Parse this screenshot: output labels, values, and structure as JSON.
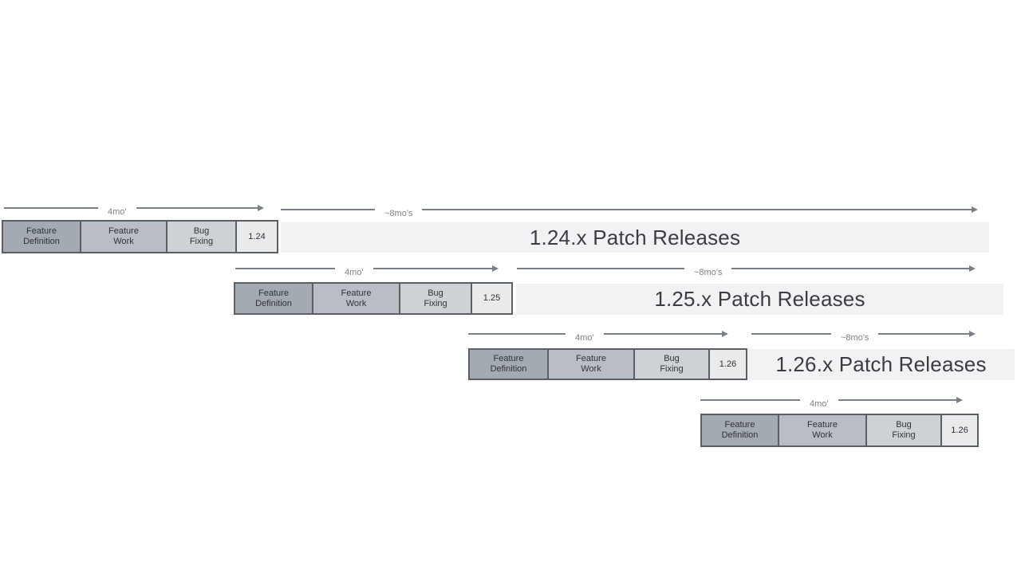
{
  "phase_labels": {
    "feature_definition": "Feature\nDefinition",
    "feature_work": "Feature\nWork",
    "bug_fixing": "Bug\nFixing"
  },
  "rows": [
    {
      "version": "1.24",
      "dev_duration": "4mo'",
      "patch_duration": "~8mo's",
      "patch_band": "1.24.x Patch Releases"
    },
    {
      "version": "1.25",
      "dev_duration": "4mo'",
      "patch_duration": "~8mo's",
      "patch_band": "1.25.x Patch Releases"
    },
    {
      "version": "1.26",
      "dev_duration": "4mo'",
      "patch_duration": "~8mo's",
      "patch_band": "1.26.x Patch Releases"
    },
    {
      "version": "1.26",
      "dev_duration": "4mo'"
    }
  ],
  "colors": {
    "feature_definition_fill": "#a4aab1",
    "feature_work_fill": "#b9bec4",
    "bug_fixing_fill": "#ced2d6",
    "version_fill": "#e8eaec",
    "box_border": "#5b5f64",
    "band_fill": "#f1f2f4",
    "arrow": "#7a8087",
    "band_text": "#3a3e43",
    "box_text": "#2f3338",
    "label_text": "#7b818a"
  }
}
